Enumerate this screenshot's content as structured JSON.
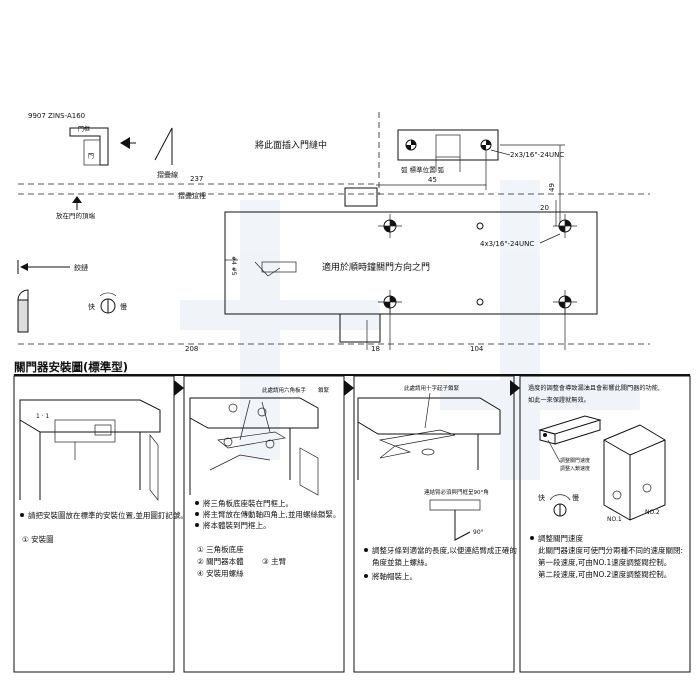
{
  "top": {
    "model_code": "9907 ZINS-A160",
    "frame_label_a": "門框",
    "frame_label_b": "門",
    "fold_line_label": "摺疊線",
    "insert_gap_text": "將此面插入門縫中",
    "fold_here_label": "摺疊這裡",
    "door_top_edge_label": "放在門的頂端",
    "hinge_label": "鉸鏈",
    "fast_label": "快",
    "slow_label": "慢",
    "screw_spec_top": "2x3/16\"-24UNC",
    "screw_spec_body": "4x3/16\"-24UNC",
    "arm_position_label": "弧 標準位置 弧",
    "body_caption": "適用於順時鐘關門方向之門",
    "side_code": "#4 #5",
    "dim_237": "237",
    "dim_45": "45",
    "dim_49": "49",
    "dim_20": "20",
    "dim_208": "208",
    "dim_18": "18",
    "dim_104": "104"
  },
  "section_title": "關門器安裝圖(標準型)",
  "panels": [
    {
      "callout": "",
      "bullets": [
        "請把安裝圖放在標準的安裝位置,並用圖釘記號。"
      ],
      "legend": [
        "① 安裝圖"
      ]
    },
    {
      "callout": "此處請用六角板手",
      "callout2": "鎖緊",
      "bullets": [
        "將三角板底座裝在門框上。",
        "將主臂放在傳動軸四角上,並用螺絲鎖緊。",
        "將本體裝到門框上。"
      ],
      "legend": [
        "① 三角板底座",
        "② 關門器本體",
        "③ 主臂",
        "④ 安裝用螺絲"
      ]
    },
    {
      "callout": "此處請用十字起子鎖緊",
      "callout2": "連結臂必須與門框呈90°角",
      "angle": "90°",
      "bullets": [
        "調整牙條到適當的長度,以便連結臂成正確的角度並鎖上螺絲。",
        "將軸帽裝上。"
      ],
      "legend": []
    },
    {
      "callout": "過度的調整會導致漏油且會影響此關門器的功能,如此一來保證就無效。",
      "speed_label_1": "調整關門速度",
      "speed_label_2": "調整入鎖速度",
      "no1": "NO.1",
      "no2": "NO.2",
      "fast": "快",
      "slow": "慢",
      "bullets": [
        "調整關門速度",
        "此關門器速度可使門分兩種不同的速度關閉:",
        "第一段速度,可由NO.1速度調整閥控制。",
        "第二段速度,可由NO.2速度調整閥控制。"
      ]
    }
  ]
}
